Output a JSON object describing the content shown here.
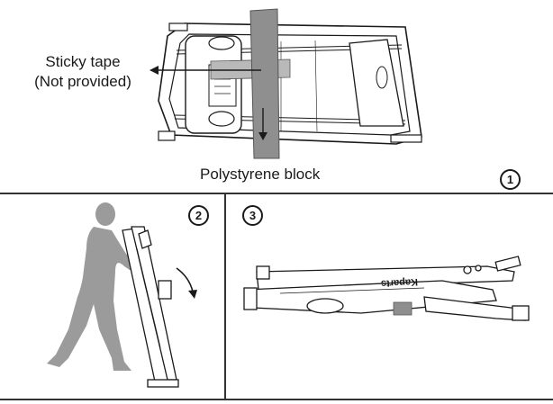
{
  "step1": {
    "tape_label_line1": "Sticky tape",
    "tape_label_line2": "(Not provided)",
    "block_label": "Polystyrene block",
    "step_number": "1"
  },
  "step2": {
    "step_number": "2"
  },
  "step3": {
    "step_number": "3",
    "brand_text": "Kaparts"
  },
  "colors": {
    "line": "#1a1a1a",
    "figure": "#9b9b9b",
    "block": "#8f8f8f"
  }
}
